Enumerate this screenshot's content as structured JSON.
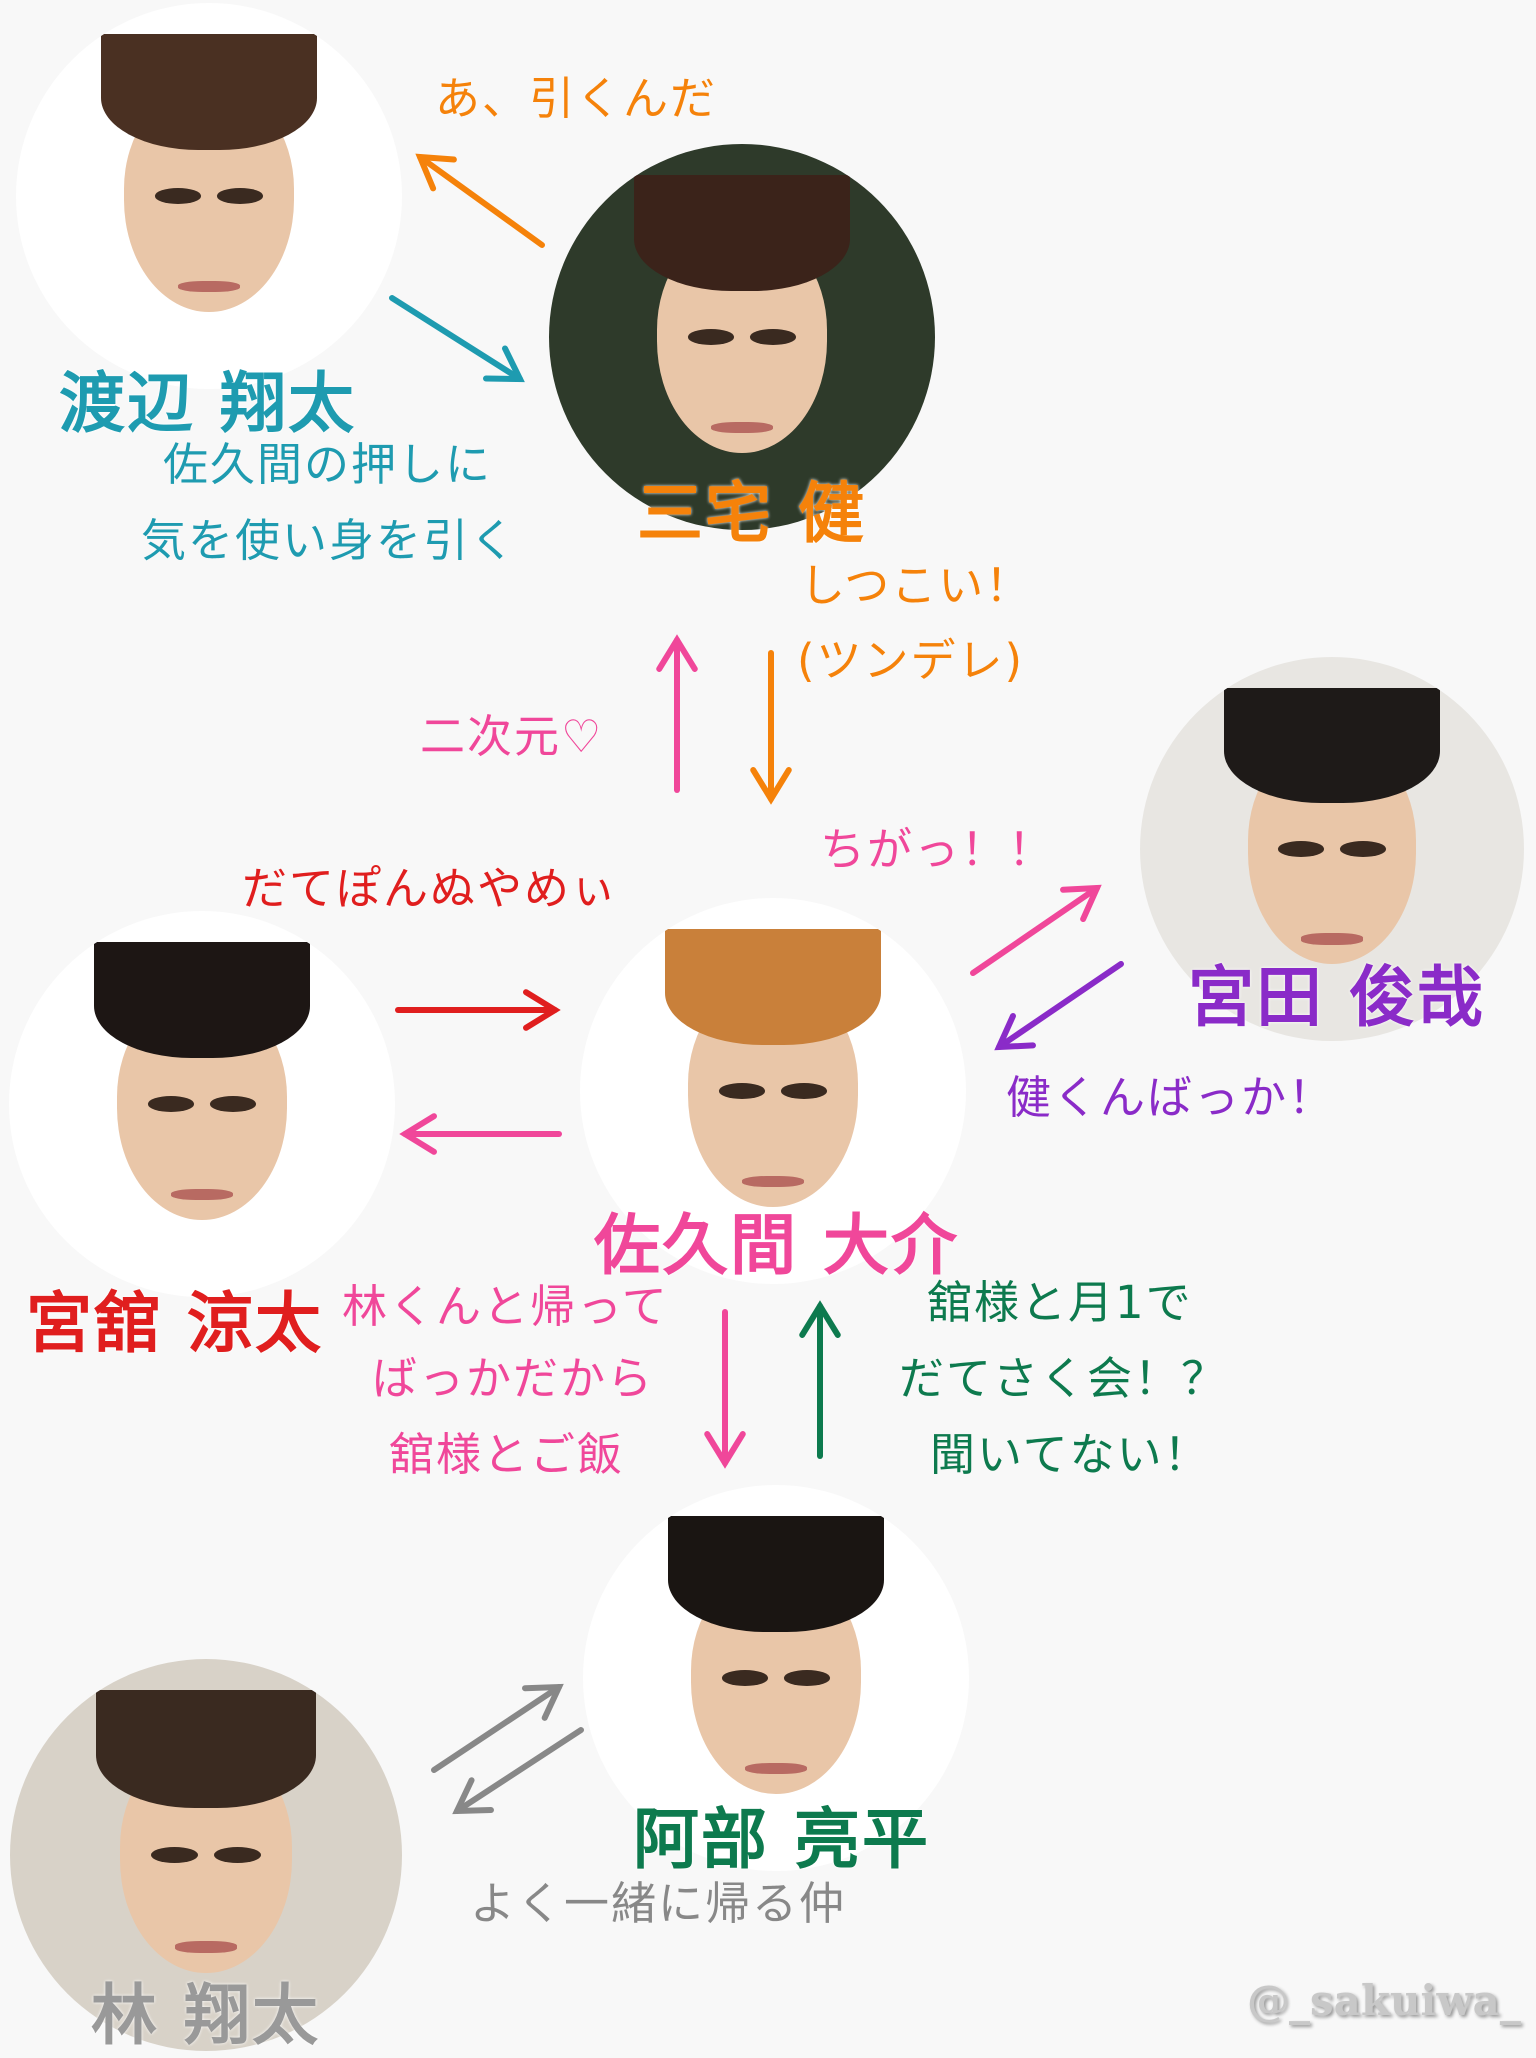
{
  "people": [
    {
      "id": "watanabe",
      "name": "渡辺 翔太",
      "color": "#1e9bb0",
      "hair": "#4a3022",
      "bg": "#ffffff"
    },
    {
      "id": "miyake",
      "name": "三宅 健",
      "color": "#f5820a",
      "hair": "#3b231a",
      "bg": "#2e3a2a"
    },
    {
      "id": "miyata",
      "name": "宮田 俊哉",
      "color": "#8a2bc8",
      "hair": "#1e1a18",
      "bg": "#e8e6e2"
    },
    {
      "id": "sakuma",
      "name": "佐久間 大介",
      "color": "#f0479a",
      "hair": "#c9803a",
      "bg": "#ffffff"
    },
    {
      "id": "miyadate",
      "name": "宮舘 涼太",
      "color": "#e01e1e",
      "hair": "#1d1614",
      "bg": "#ffffff"
    },
    {
      "id": "abe",
      "name": "阿部 亮平",
      "color": "#0d7a4e",
      "hair": "#1a1512",
      "bg": "#ffffff"
    },
    {
      "id": "hayashi",
      "name": "林 翔太",
      "color": "#999999",
      "hair": "#3a2a20",
      "bg": "#d8d2c8"
    }
  ],
  "comments": {
    "a_hikunda": "あ、引くんだ",
    "watanabe_1": "佐久間の押しに",
    "watanabe_2": "気を使い身を引く",
    "miyake_1": "しつこい！",
    "miyake_2": "(ツンデレ)",
    "nijigen": "二次元♡",
    "chiga": "ちがっ！！",
    "datepon": "だてぽんぬやめぃ",
    "ken_bakka": "健くんばっか！",
    "sakuma_abe_1": "林くんと帰って",
    "sakuma_abe_2": "ばっかだから",
    "sakuma_abe_3": "舘様とご飯",
    "abe_sakuma_1": "舘様と月1で",
    "abe_sakuma_2": "だてさく会！？",
    "abe_sakuma_3": "聞いてない！",
    "abe_hayashi": "よく一緒に帰る仲"
  },
  "arrows": [
    {
      "name": "arrow-miyake-to-watanabe",
      "color": "#f5820a"
    },
    {
      "name": "arrow-watanabe-to-miyake",
      "color": "#1e9bb0"
    },
    {
      "name": "arrow-sakuma-to-miyake",
      "color": "#f0479a"
    },
    {
      "name": "arrow-miyake-to-sakuma",
      "color": "#f5820a"
    },
    {
      "name": "arrow-sakuma-to-miyata",
      "color": "#f0479a"
    },
    {
      "name": "arrow-miyata-to-sakuma",
      "color": "#8a2bc8"
    },
    {
      "name": "arrow-miyadate-to-sakuma",
      "color": "#e01e1e"
    },
    {
      "name": "arrow-sakuma-to-miyadate",
      "color": "#f0479a"
    },
    {
      "name": "arrow-sakuma-to-abe",
      "color": "#f0479a"
    },
    {
      "name": "arrow-abe-to-sakuma",
      "color": "#0d7a4e"
    },
    {
      "name": "arrow-hayashi-to-abe",
      "color": "#888888"
    },
    {
      "name": "arrow-abe-to-hayashi",
      "color": "#888888"
    }
  ],
  "watermark": "@_sakuiwa_"
}
